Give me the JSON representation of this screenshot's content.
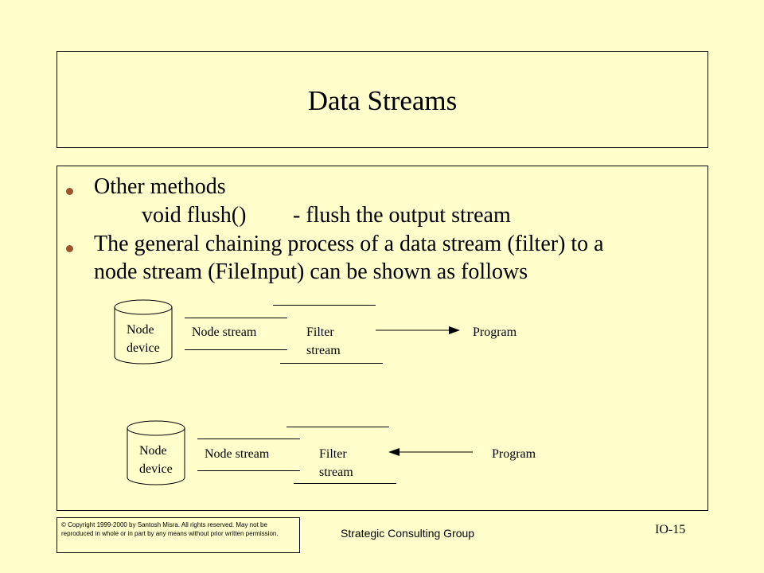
{
  "slide": {
    "title": "Data Streams",
    "bullets": [
      {
        "text": "Other methods",
        "sub": [
          "void flush()",
          "- flush the output stream"
        ]
      },
      {
        "lines": [
          "The general chaining process of a data stream (filter) to a",
          "node stream (FileInput) can be shown as follows"
        ]
      }
    ]
  },
  "diagrams": [
    {
      "device_label": [
        "Node",
        "device"
      ],
      "node_stream_label": "Node stream",
      "filter_label": [
        "Filter",
        "stream"
      ],
      "program_label": "Program",
      "arrow_direction": "toward-program"
    },
    {
      "device_label": [
        "Node",
        "device"
      ],
      "node_stream_label": "Node stream",
      "filter_label": [
        "Filter",
        "stream"
      ],
      "program_label": "Program",
      "arrow_direction": "toward-filter"
    }
  ],
  "footer": {
    "copyright": "© Copyright 1999-2000 by Santosh Misra. All rights reserved. May not be reproduced in whole or in part by any means without prior written permission.",
    "center": "Strategic Consulting Group",
    "page": "IO-15"
  }
}
